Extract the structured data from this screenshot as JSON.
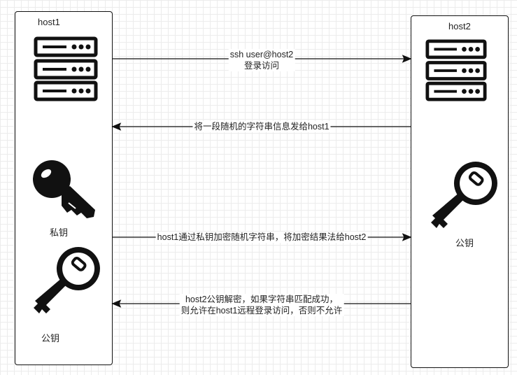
{
  "host1": {
    "title": "host1",
    "private_key_label": "私钥",
    "public_key_label": "公钥"
  },
  "host2": {
    "title": "host2",
    "public_key_label": "公钥"
  },
  "messages": [
    {
      "lines": [
        "ssh user@host2",
        "登录访问"
      ],
      "direction": "right"
    },
    {
      "lines": [
        "将一段随机的字符串信息发给host1"
      ],
      "direction": "left"
    },
    {
      "lines": [
        "host1通过私钥加密随机字符串，将加密结果法给host2"
      ],
      "direction": "right"
    },
    {
      "lines": [
        "host2公钥解密，如果字符串匹配成功，",
        "则允许在host1远程登录访问，否则不允许"
      ],
      "direction": "left"
    }
  ],
  "icons": [
    "server-icon",
    "server-icon",
    "private-key-icon",
    "public-key-icon",
    "public-key-icon"
  ],
  "colors": {
    "line": "#111111",
    "grid": "#ececec",
    "text": "#222222"
  }
}
